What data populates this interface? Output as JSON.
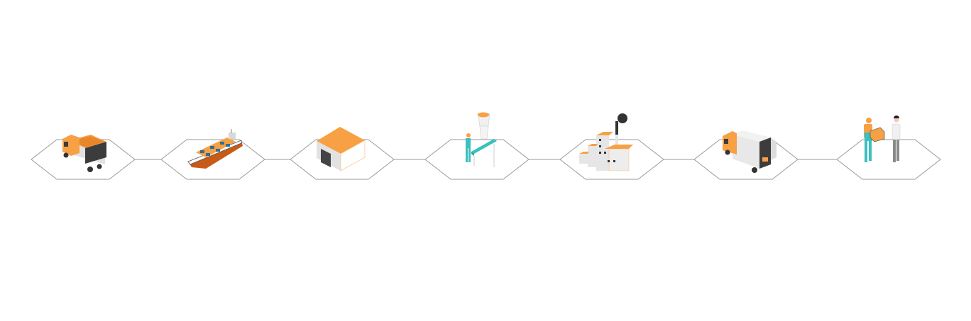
{
  "colors": {
    "accent": "#f7a044",
    "outline": "#9a9a9a",
    "dark": "#3c3c3c",
    "grey": "#e2e2e2",
    "teal": "#3bbfbf"
  },
  "steps": [
    {
      "id": "raw-material-truck",
      "icon": "dump-truck-icon"
    },
    {
      "id": "shipping",
      "icon": "cargo-ship-icon"
    },
    {
      "id": "warehouse",
      "icon": "warehouse-icon"
    },
    {
      "id": "processing",
      "icon": "worker-conveyor-icon"
    },
    {
      "id": "factory",
      "icon": "factory-icon"
    },
    {
      "id": "delivery",
      "icon": "delivery-truck-icon"
    },
    {
      "id": "handover",
      "icon": "customer-handover-icon"
    }
  ]
}
